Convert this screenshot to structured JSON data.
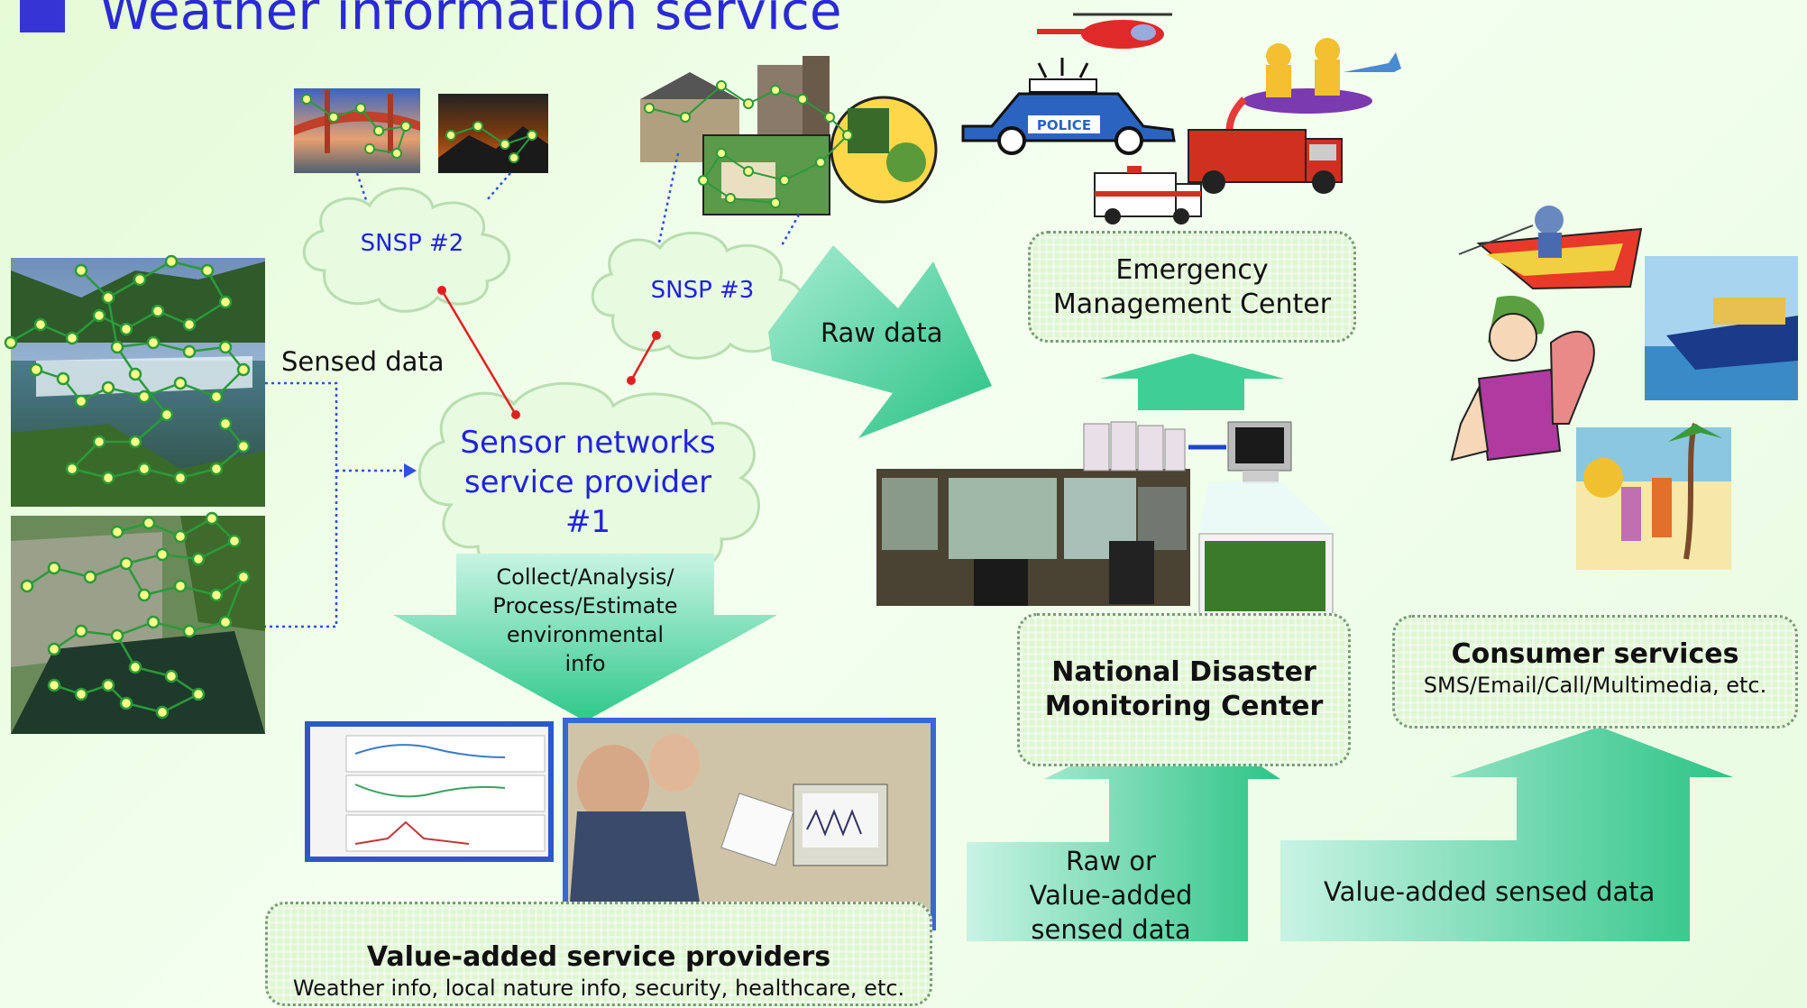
{
  "title": "Weather information service",
  "clouds": {
    "snsp2": "SNSP #2",
    "snsp3": "SNSP #3",
    "main": [
      "Sensor networks",
      "service provider",
      "#1"
    ]
  },
  "labels": {
    "sensed_data": "Sensed data",
    "raw_data": "Raw data",
    "collect": [
      "Collect/Analysis/",
      "Process/Estimate",
      "environmental",
      "info"
    ],
    "raw_or_value": [
      "Raw or",
      "Value-added",
      "sensed data"
    ],
    "value_added_sensed": "Value-added sensed data",
    "police": "POLICE"
  },
  "boxes": {
    "emergency": [
      "Emergency",
      "Management Center"
    ],
    "ndmc": [
      "National Disaster",
      "Monitoring Center"
    ],
    "consumer_title": "Consumer services",
    "consumer_sub": "SMS/Email/Call/Multimedia, etc.",
    "vasp_title": "Value-added service providers",
    "vasp_sub": "Weather info, local nature info, security, healthcare, etc."
  },
  "colors": {
    "title": "#2a2ad6",
    "cloud_text": "#2222dd",
    "arrow_green": "#40d898",
    "link_red": "#e02020",
    "dotted_blue": "#3050e0"
  }
}
